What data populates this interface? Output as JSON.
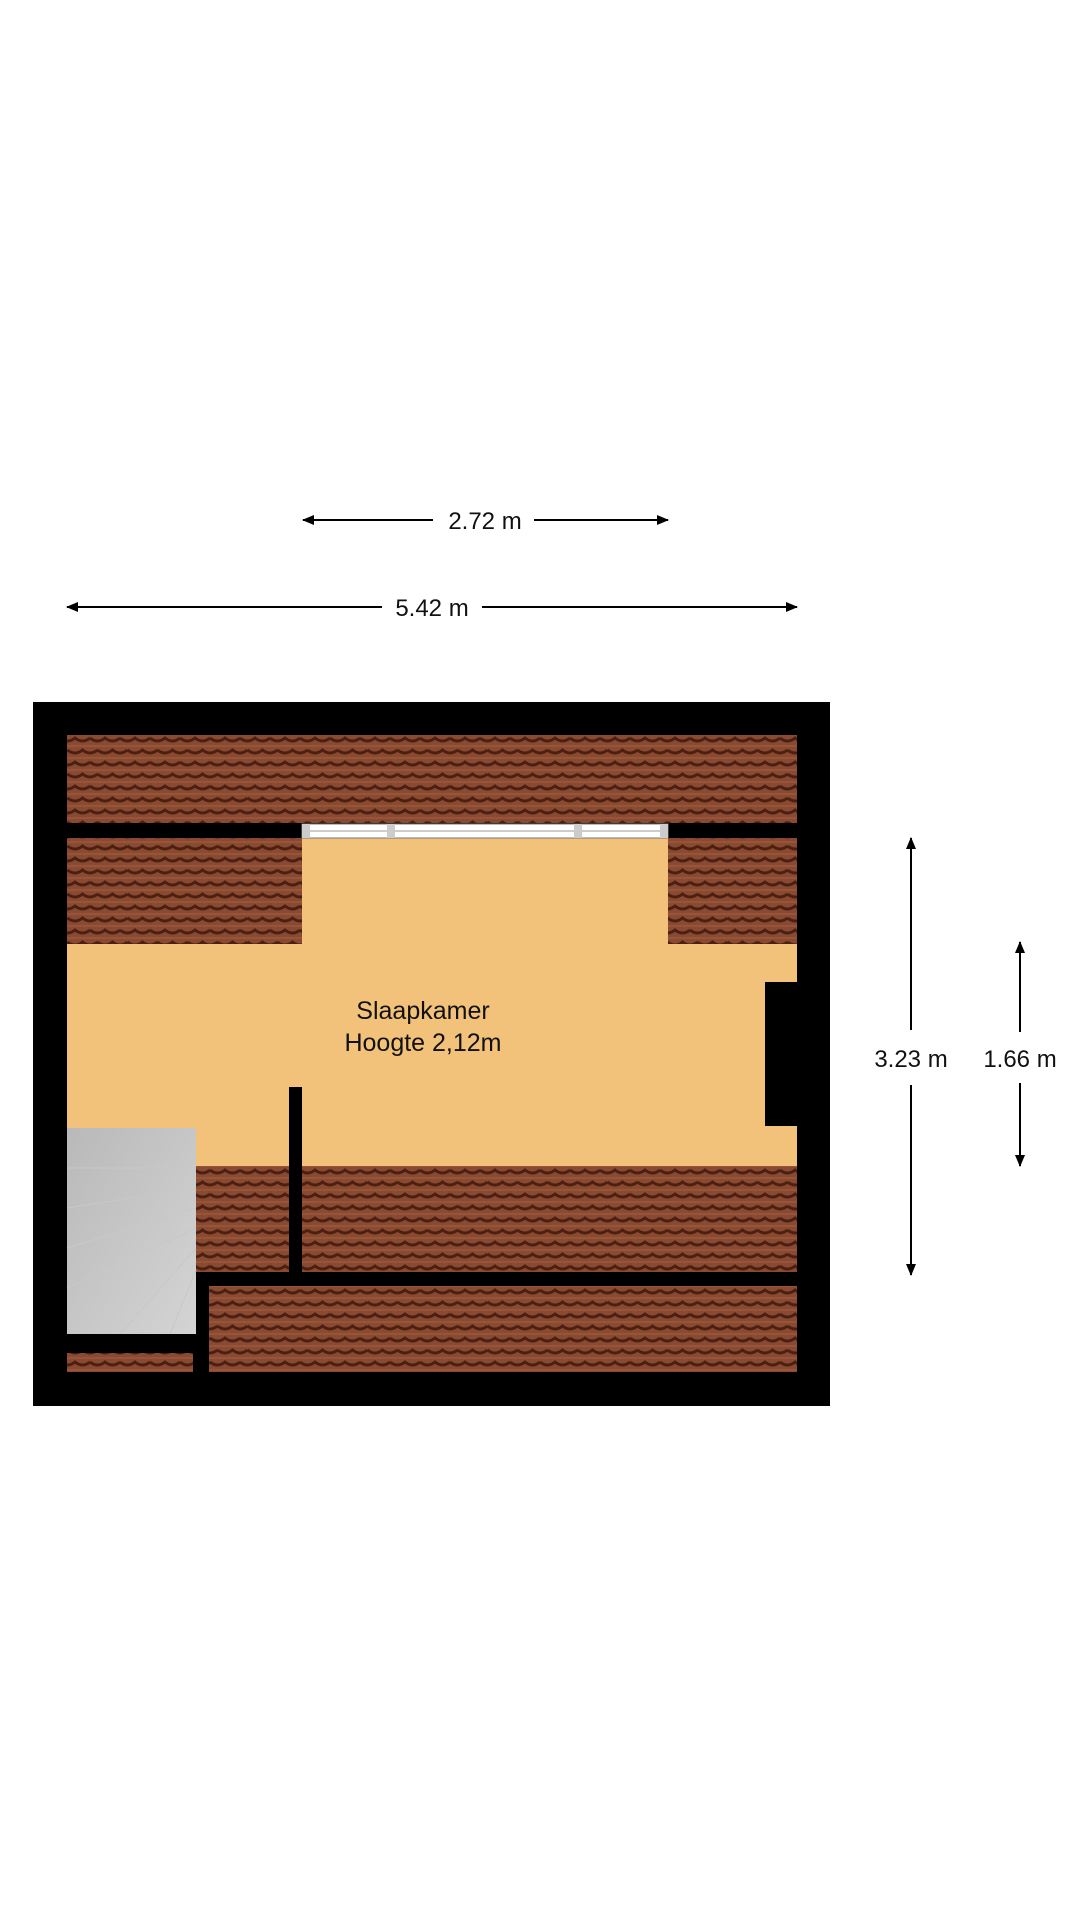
{
  "room": {
    "name": "Slaapkamer",
    "height": "Hoogte 2,12m"
  },
  "dimensions": {
    "top_inner": "2.72 m",
    "top_outer": "5.42 m",
    "right_outer": "3.23 m",
    "right_inner": "1.66 m"
  },
  "colors": {
    "wall": "#000000",
    "floor": "#f2c27a",
    "roof_tile": "#8a4a32",
    "roof_tile_shadow": "#5b2a1a",
    "stair": "#bdbdbd",
    "window": "#ffffff"
  },
  "icons": {
    "arrow": "arrowhead-icon",
    "stair": "staircase-icon",
    "window": "window-icon"
  }
}
